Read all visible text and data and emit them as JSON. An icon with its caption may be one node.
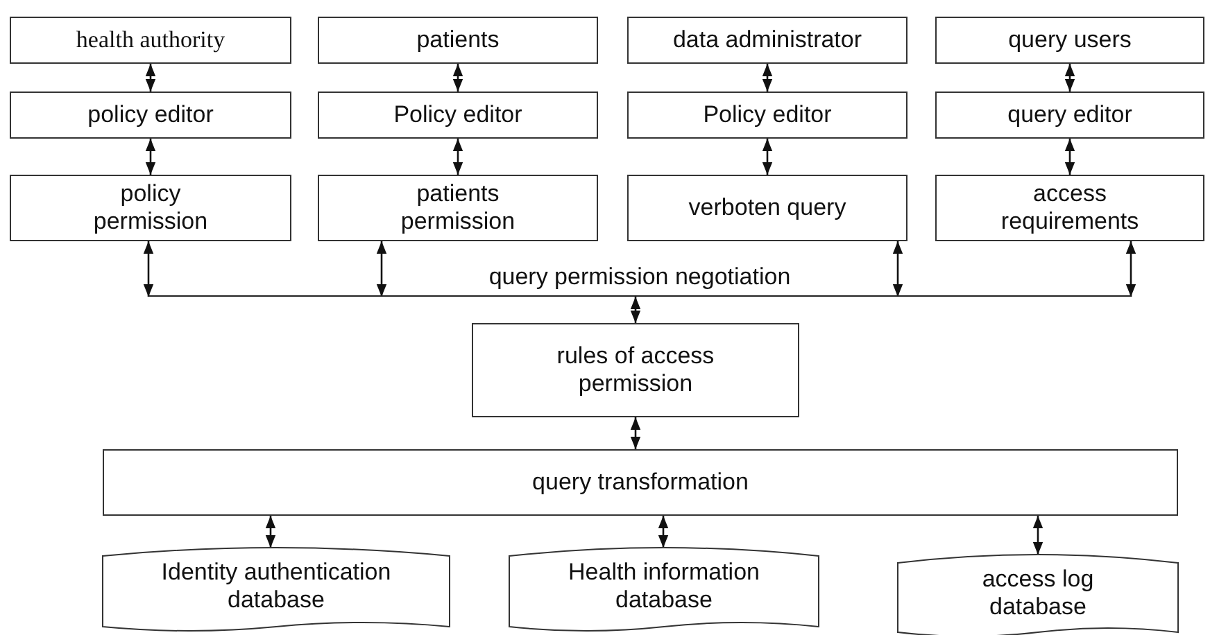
{
  "diagram": {
    "nodes": [
      {
        "text": [
          "health authority"
        ]
      },
      {
        "text": [
          "patients"
        ]
      },
      {
        "text": [
          "data administrator"
        ]
      },
      {
        "text": [
          "query users"
        ]
      },
      {
        "text": [
          "policy editor"
        ]
      },
      {
        "text": [
          "Policy editor"
        ]
      },
      {
        "text": [
          "Policy editor"
        ]
      },
      {
        "text": [
          "query editor"
        ]
      },
      {
        "text": [
          "policy permission"
        ]
      },
      {
        "text": [
          "patients permission"
        ]
      },
      {
        "text": [
          "verboten query"
        ]
      },
      {
        "text": [
          "access requirements"
        ]
      },
      {
        "text": [
          "query permission negotiation"
        ]
      },
      {
        "text": [
          "rules of access permission"
        ]
      },
      {
        "text": [
          "query transformation"
        ]
      },
      {
        "text": [
          "Identity authentication database"
        ]
      },
      {
        "text": [
          "Health information database"
        ]
      },
      {
        "text": [
          "access log database"
        ]
      }
    ],
    "edges": [
      {
        "from": 0,
        "to": 4,
        "arrow": "both"
      },
      {
        "from": 1,
        "to": 5,
        "arrow": "both"
      },
      {
        "from": 2,
        "to": 6,
        "arrow": "both"
      },
      {
        "from": 3,
        "to": 7,
        "arrow": "both"
      },
      {
        "from": 4,
        "to": 8,
        "arrow": "both"
      },
      {
        "from": 5,
        "to": 9,
        "arrow": "both"
      },
      {
        "from": 6,
        "to": 10,
        "arrow": "both"
      },
      {
        "from": 7,
        "to": 11,
        "arrow": "both"
      },
      {
        "from": 8,
        "to": 12,
        "arrow": "both"
      },
      {
        "from": 9,
        "to": 12,
        "arrow": "both"
      },
      {
        "from": 10,
        "to": 12,
        "arrow": "both"
      },
      {
        "from": 11,
        "to": 12,
        "arrow": "both"
      },
      {
        "from": 12,
        "to": 13,
        "arrow": "both"
      },
      {
        "from": 13,
        "to": 14,
        "arrow": "both"
      },
      {
        "from": 14,
        "to": 15,
        "arrow": "both"
      },
      {
        "from": 14,
        "to": 16,
        "arrow": "both"
      },
      {
        "from": 14,
        "to": 17,
        "arrow": "both"
      }
    ]
  }
}
